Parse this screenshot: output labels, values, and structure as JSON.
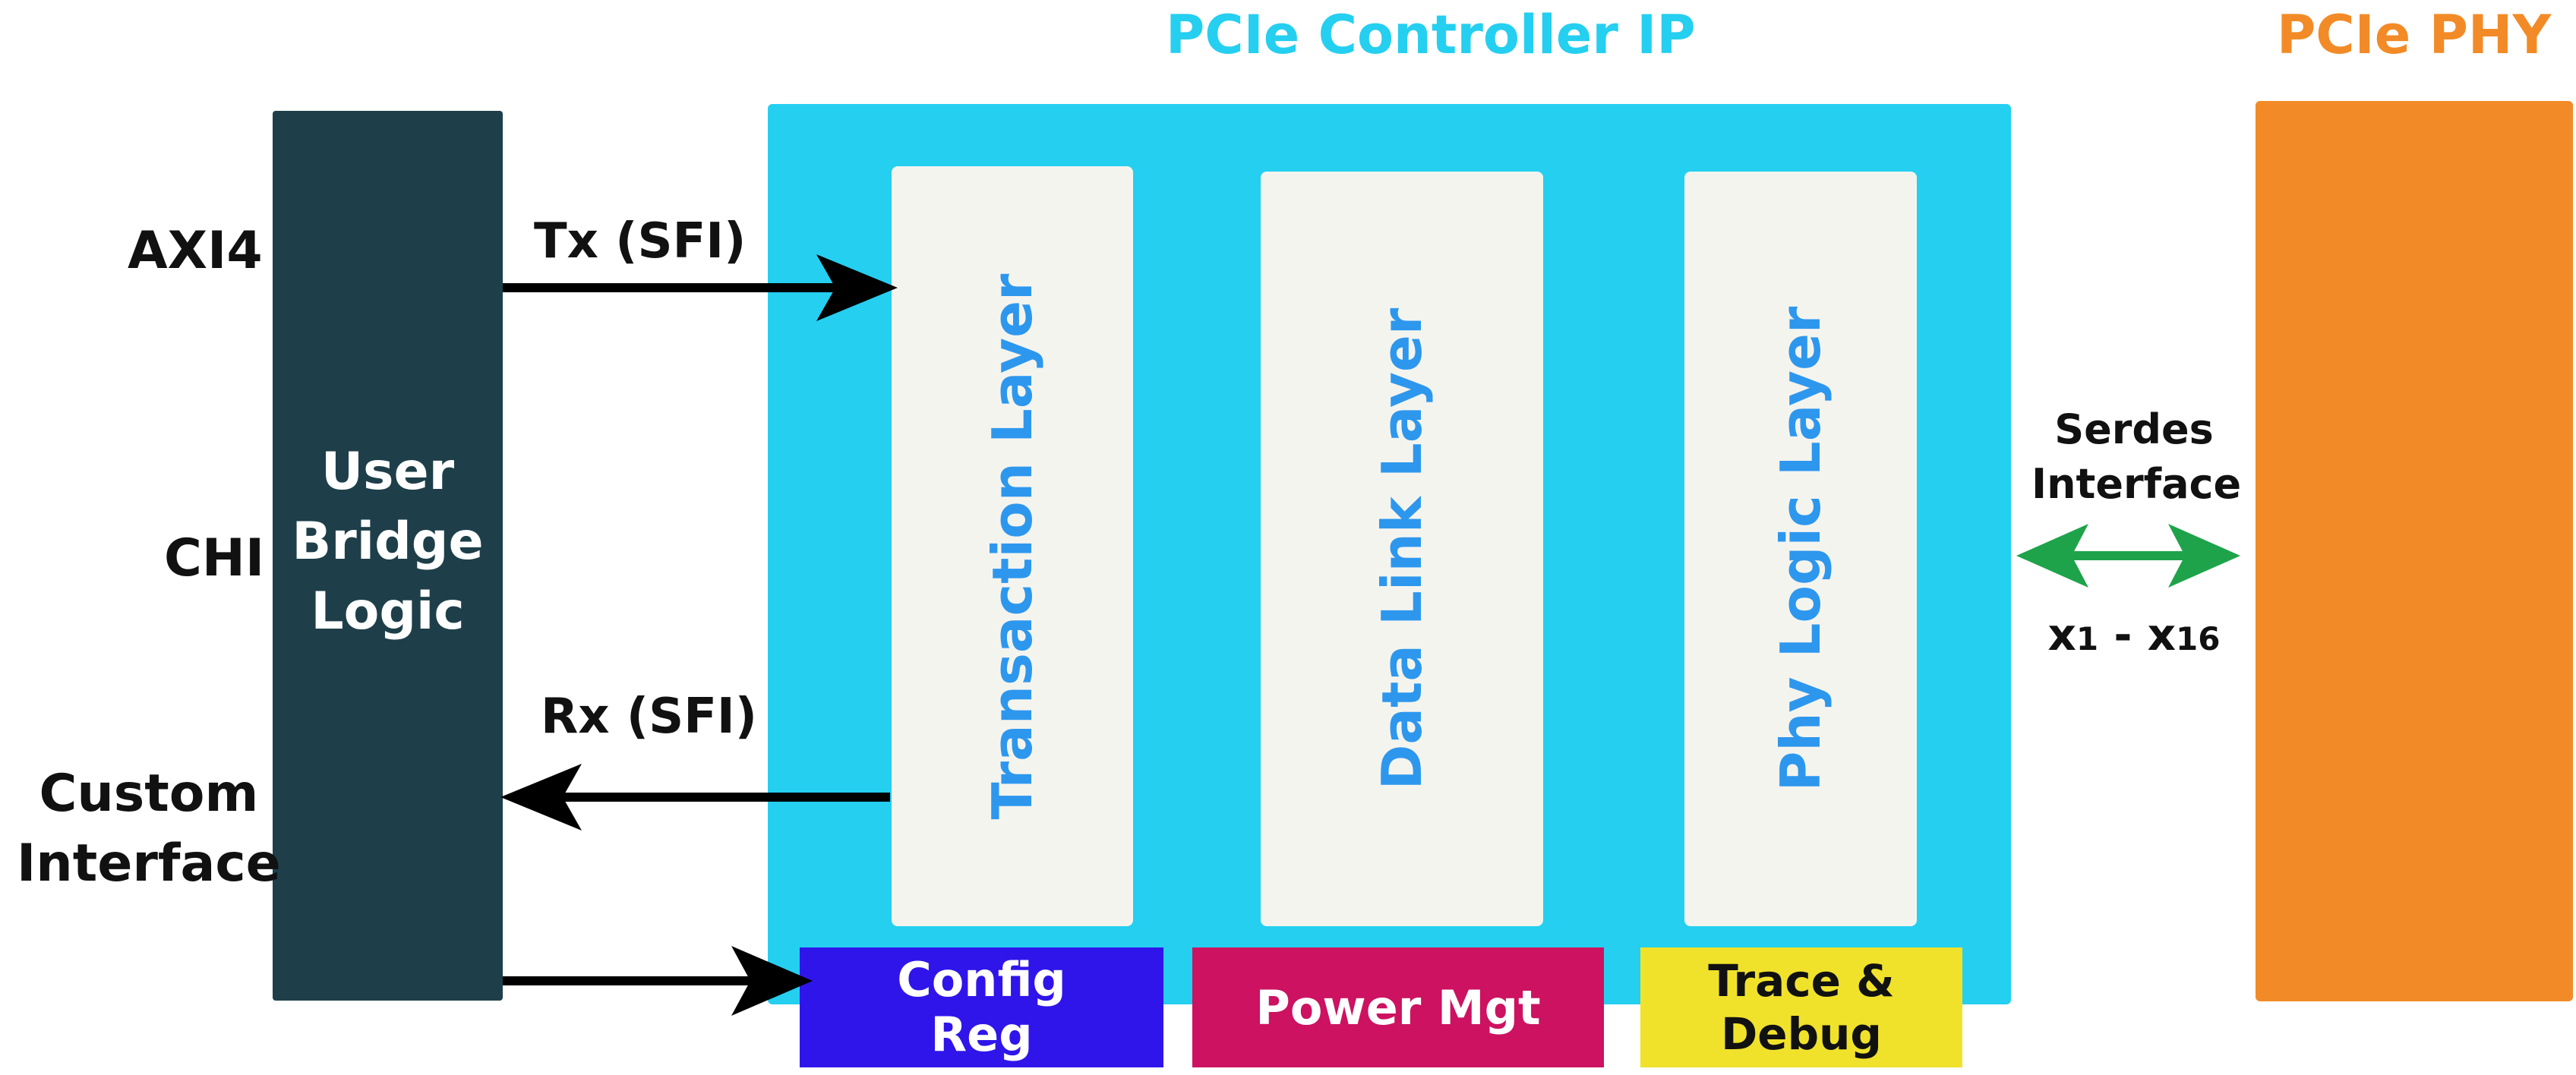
{
  "titles": {
    "controller": "PCIe Controller IP",
    "phy": "PCIe PHY"
  },
  "left_labels": {
    "axi4": "AXI4",
    "chi": "CHI",
    "custom_line1": "Custom",
    "custom_line2": "Interface"
  },
  "user_bridge": {
    "line1": "User",
    "line2": "Bridge",
    "line3": "Logic"
  },
  "arrows": {
    "tx": "Tx (SFI)",
    "rx": "Rx (SFI)"
  },
  "layers": {
    "transaction": "Transaction Layer",
    "data_link": "Data Link Layer",
    "phy_logic": "Phy Logic Layer"
  },
  "bottom_blocks": {
    "config_line1": "Config",
    "config_line2": "Reg",
    "power": "Power Mgt",
    "trace_line1": "Trace &",
    "trace_line2": "Debug"
  },
  "serdes": {
    "line1": "Serdes",
    "line2": "Interface",
    "lanes_x1": "x",
    "lanes_n1": "1",
    "lanes_dash": " - ",
    "lanes_x16": "x",
    "lanes_n16": "16"
  },
  "colors": {
    "controller_bg": "#25cff0",
    "title_controller": "#25cff0",
    "title_phy": "#f28b27",
    "user_bridge_bg": "#1e3f49",
    "layer_bg": "#f4f4ef",
    "layer_text": "#2d97ee",
    "config_bg": "#2f15ea",
    "power_bg": "#cc1261",
    "trace_bg": "#f0e22b",
    "phy_bg": "#f28b27",
    "serdes_arrow": "#1ea34a"
  }
}
